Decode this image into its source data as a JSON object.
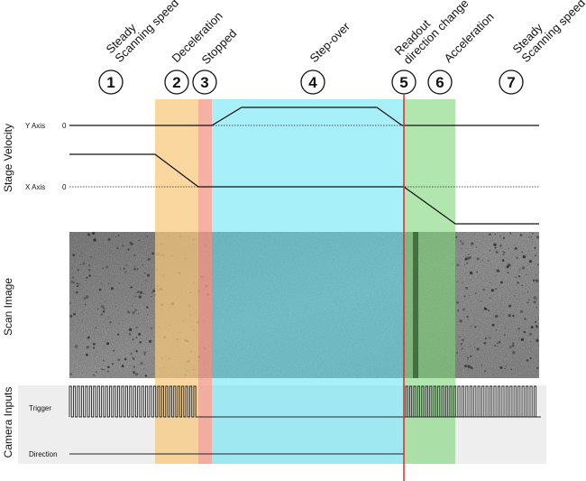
{
  "phases": [
    {
      "number": "1",
      "label_line1": "Steady",
      "label_line2": "Scanning speed"
    },
    {
      "number": "2",
      "label_line1": "Deceleration",
      "label_line2": ""
    },
    {
      "number": "3",
      "label_line1": "Stopped",
      "label_line2": ""
    },
    {
      "number": "4",
      "label_line1": "Step-over",
      "label_line2": ""
    },
    {
      "number": "5",
      "label_line1": "Readout",
      "label_line2": "direction change"
    },
    {
      "number": "6",
      "label_line1": "Acceleration",
      "label_line2": ""
    },
    {
      "number": "7",
      "label_line1": "Steady",
      "label_line2": "Scanning speed"
    }
  ],
  "row_labels": {
    "stage_velocity": "Stage Velocity",
    "scan_image": "Scan Image",
    "camera_inputs": "Camera Inputs"
  },
  "axis_labels": {
    "y_axis": "Y Axis",
    "x_axis": "X Axis",
    "y_zero": "0",
    "x_zero": "0",
    "trigger": "Trigger",
    "direction": "Direction"
  },
  "colors": {
    "deceleration": "#f7c77a",
    "stopped": "#f59a8a",
    "step_over": "#5fe3f5",
    "acceleration": "#7dd67a",
    "readout_line": "#e8262b",
    "camera_panel": "#eeeeee"
  }
}
